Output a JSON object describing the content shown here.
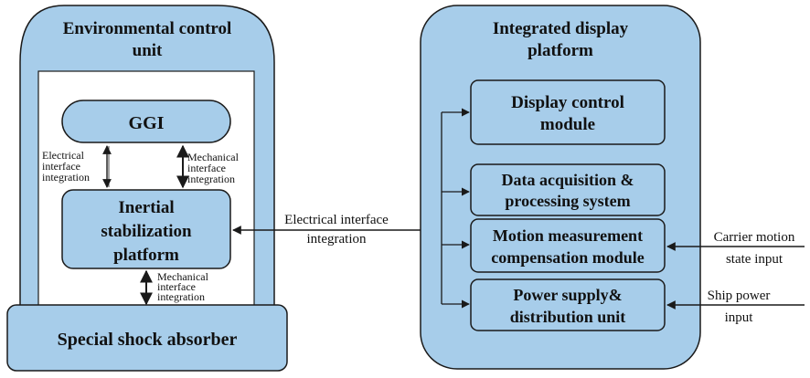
{
  "left_unit": {
    "title_line1": "Environmental control",
    "title_line2": "unit",
    "ggi": "GGI",
    "isp_line1": "Inertial",
    "isp_line2": "stabilization",
    "isp_line3": "platform",
    "shock_absorber": "Special shock absorber",
    "elec_label_line1": "Electrical",
    "elec_label_line2": "interface",
    "elec_label_line3": "integration",
    "mech_label_line1": "Mechanical",
    "mech_label_line2": "interface",
    "mech_label_line3": "integration",
    "mech2_label_line1": "Mechanical",
    "mech2_label_line2": "interface",
    "mech2_label_line3": "integration"
  },
  "link": {
    "line1": "Electrical interface",
    "line2": "integration"
  },
  "right_unit": {
    "title_line1": "Integrated display",
    "title_line2": "platform",
    "modules": [
      {
        "line1": "Display control",
        "line2": "module"
      },
      {
        "line1": "Data acquisition &",
        "line2": "processing system"
      },
      {
        "line1": "Motion measurement",
        "line2": "compensation module"
      },
      {
        "line1": "Power supply&",
        "line2": "distribution unit"
      }
    ]
  },
  "inputs": {
    "carrier_line1": "Carrier motion",
    "carrier_line2": "state input",
    "ship_line1": "Ship power",
    "ship_line2": "input"
  },
  "colors": {
    "fill": "#a7cdea",
    "stroke": "#1a1a1a",
    "inner": "#ffffff"
  }
}
